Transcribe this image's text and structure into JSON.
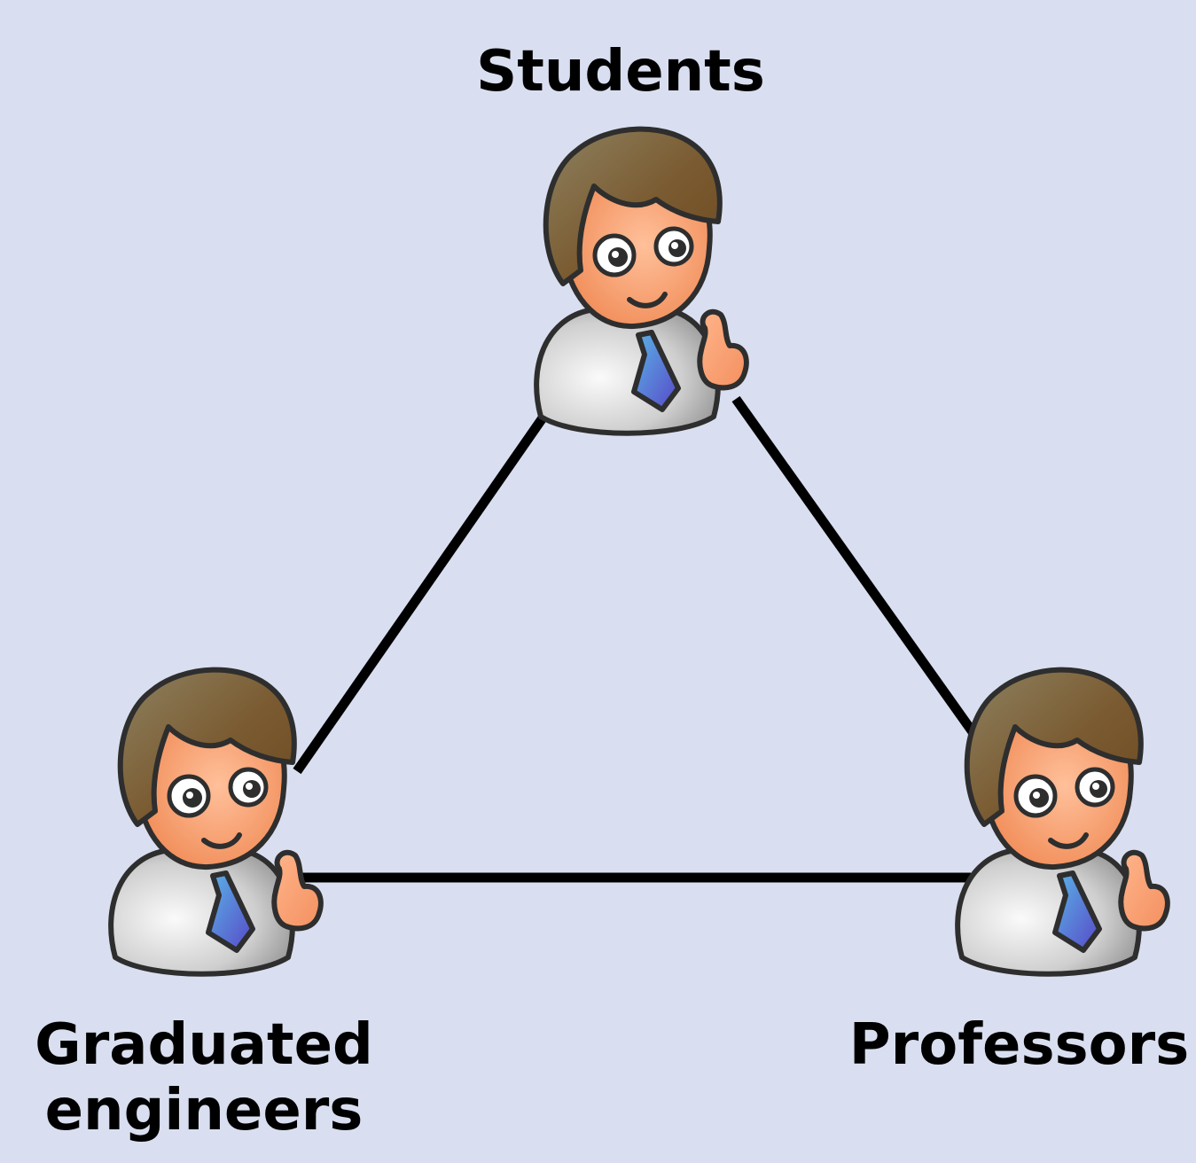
{
  "nodes": {
    "students": {
      "label": "Students"
    },
    "graduated": {
      "label_line1": "Graduated",
      "label_line2": "engineers"
    },
    "professors": {
      "label": "Professors"
    }
  },
  "edges": [
    {
      "from": "students",
      "to": "graduated"
    },
    {
      "from": "students",
      "to": "professors"
    },
    {
      "from": "graduated",
      "to": "professors"
    }
  ],
  "colors": {
    "background": "#d9dff0",
    "edge": "#000000",
    "hair": "#8b6a40",
    "skin": "#f7a673",
    "body": "#d4d4d4",
    "tie": "#4f7bd6",
    "outline": "#2e2e2e"
  },
  "icons": [
    "person-icon",
    "person-icon",
    "person-icon"
  ]
}
